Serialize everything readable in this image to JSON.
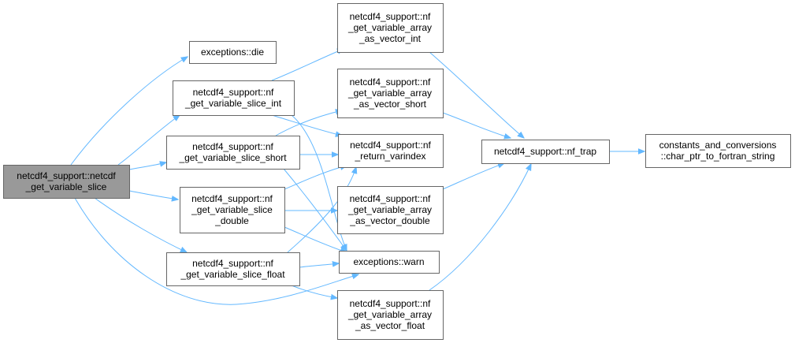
{
  "diagram": {
    "colors": {
      "edge": "#63b8ff",
      "node_border": "#666666",
      "node_fill": "#ffffff",
      "root_fill": "#999999",
      "text": "#000000"
    },
    "nodes": [
      {
        "id": "root",
        "lines": [
          "netcdf4_support::netcdf",
          "_get_variable_slice"
        ]
      },
      {
        "id": "die",
        "lines": [
          "exceptions::die"
        ]
      },
      {
        "id": "slice_int",
        "lines": [
          "netcdf4_support::nf",
          "_get_variable_slice_int"
        ]
      },
      {
        "id": "slice_short",
        "lines": [
          "netcdf4_support::nf",
          "_get_variable_slice_short"
        ]
      },
      {
        "id": "slice_double",
        "lines": [
          "netcdf4_support::nf",
          "_get_variable_slice",
          "_double"
        ]
      },
      {
        "id": "slice_float",
        "lines": [
          "netcdf4_support::nf",
          "_get_variable_slice_float"
        ]
      },
      {
        "id": "arr_int",
        "lines": [
          "netcdf4_support::nf",
          "_get_variable_array",
          "_as_vector_int"
        ]
      },
      {
        "id": "arr_short",
        "lines": [
          "netcdf4_support::nf",
          "_get_variable_array",
          "_as_vector_short"
        ]
      },
      {
        "id": "return_varindex",
        "lines": [
          "netcdf4_support::nf",
          "_return_varindex"
        ]
      },
      {
        "id": "arr_double",
        "lines": [
          "netcdf4_support::nf",
          "_get_variable_array",
          "_as_vector_double"
        ]
      },
      {
        "id": "warn",
        "lines": [
          "exceptions::warn"
        ]
      },
      {
        "id": "arr_float",
        "lines": [
          "netcdf4_support::nf",
          "_get_variable_array",
          "_as_vector_float"
        ]
      },
      {
        "id": "nf_trap",
        "lines": [
          "netcdf4_support::nf_trap"
        ]
      },
      {
        "id": "char_ptr",
        "lines": [
          "constants_and_conversions",
          "::char_ptr_to_fortran_string"
        ]
      }
    ],
    "edges": [
      {
        "from": "root",
        "to": "die"
      },
      {
        "from": "root",
        "to": "slice_int"
      },
      {
        "from": "root",
        "to": "slice_short"
      },
      {
        "from": "root",
        "to": "slice_double"
      },
      {
        "from": "root",
        "to": "slice_float"
      },
      {
        "from": "root",
        "to": "warn"
      },
      {
        "from": "slice_int",
        "to": "arr_int"
      },
      {
        "from": "slice_int",
        "to": "return_varindex"
      },
      {
        "from": "slice_int",
        "to": "warn"
      },
      {
        "from": "slice_short",
        "to": "arr_short"
      },
      {
        "from": "slice_short",
        "to": "return_varindex"
      },
      {
        "from": "slice_short",
        "to": "warn"
      },
      {
        "from": "slice_double",
        "to": "return_varindex"
      },
      {
        "from": "slice_double",
        "to": "arr_double"
      },
      {
        "from": "slice_double",
        "to": "warn"
      },
      {
        "from": "slice_float",
        "to": "return_varindex"
      },
      {
        "from": "slice_float",
        "to": "warn"
      },
      {
        "from": "slice_float",
        "to": "arr_float"
      },
      {
        "from": "arr_int",
        "to": "nf_trap"
      },
      {
        "from": "arr_short",
        "to": "nf_trap"
      },
      {
        "from": "arr_double",
        "to": "nf_trap"
      },
      {
        "from": "arr_float",
        "to": "nf_trap"
      },
      {
        "from": "nf_trap",
        "to": "char_ptr"
      }
    ]
  }
}
